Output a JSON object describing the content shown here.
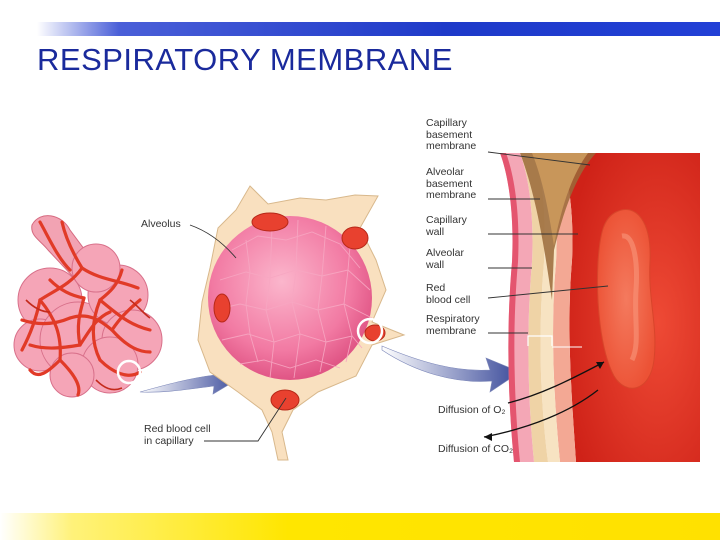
{
  "slide": {
    "title": "RESPIRATORY MEMBRANE"
  },
  "labels": {
    "alveolus": "Alveolus",
    "rbc_capillary": [
      "Red blood cell",
      "in capillary"
    ],
    "capillary_basement_membrane": [
      "Capillary",
      "basement",
      "membrane"
    ],
    "alveolar_basement_membrane": [
      "Alveolar",
      "basement",
      "membrane"
    ],
    "capillary_wall": [
      "Capillary",
      "wall"
    ],
    "alveolar_wall": [
      "Alveolar",
      "wall"
    ],
    "red_blood_cell": [
      "Red",
      "blood cell"
    ],
    "respiratory_membrane": [
      "Respiratory",
      "membrane"
    ],
    "diffusion_o2": "Diffusion of O₂",
    "diffusion_co2": "Diffusion of CO₂"
  },
  "colors": {
    "title_text": "#1a2a9c",
    "title_bar": "#1e3ac9",
    "bottom_bar": "#ffe600",
    "capillary_red": "#e8412f",
    "alveolus_pink": "#f27aa3",
    "blood_red": "#e03226"
  }
}
